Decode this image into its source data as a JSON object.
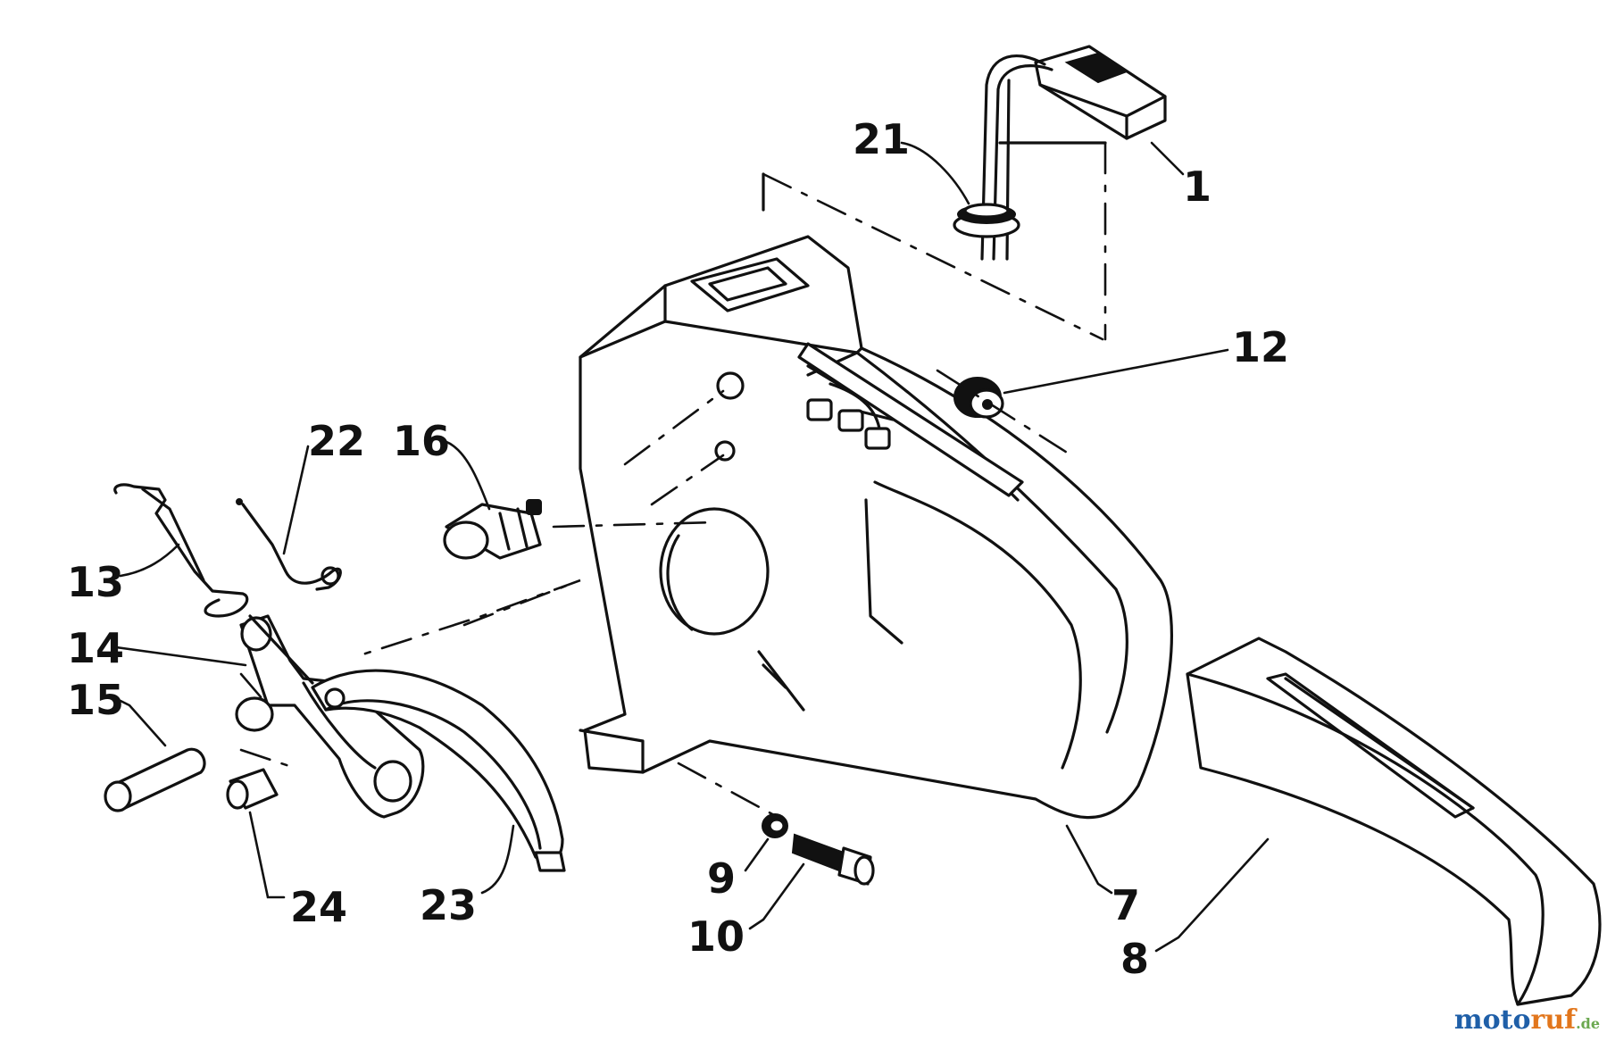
{
  "diagram": {
    "callouts": [
      "1",
      "21",
      "12",
      "22",
      "16",
      "13",
      "14",
      "15",
      "24",
      "23",
      "9",
      "10",
      "7",
      "8"
    ]
  },
  "watermark": {
    "part1": "moto",
    "part2": "ruf",
    "suffix": ".de"
  }
}
